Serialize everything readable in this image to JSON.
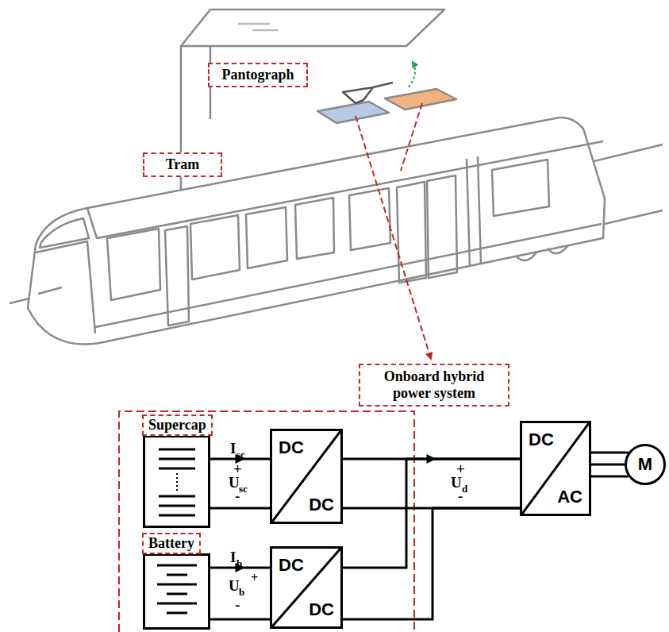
{
  "diagram": {
    "nodes": [
      {
        "text": [
          "Pantograph"
        ]
      },
      {
        "text": [
          "Tram"
        ]
      },
      {
        "text": [
          "Onboard hybrid power system"
        ]
      },
      {
        "text": [
          "Supercap"
        ]
      },
      {
        "text": [
          "DC",
          "DC"
        ]
      },
      {
        "text": [
          "DC",
          "AC"
        ]
      },
      {
        "text": [
          "M"
        ]
      },
      {
        "text": [
          "Battery"
        ]
      },
      {
        "text": [
          "DC",
          "DC"
        ]
      }
    ],
    "edges": [
      {
        "from": 3,
        "to": 4,
        "arrow": "to"
      },
      {
        "from": 4,
        "to": 5,
        "arrow": "to"
      },
      {
        "from": 7,
        "to": 8,
        "arrow": "to"
      },
      {
        "from": 8,
        "to": 5,
        "arrow": "none"
      },
      {
        "from": 5,
        "to": 6,
        "arrow": "none"
      }
    ],
    "labels": [
      "I",
      "sc",
      "+",
      "U",
      "sc",
      "-",
      "+",
      "U",
      "d",
      "-",
      "I",
      "b",
      "U",
      "b",
      "+",
      "-"
    ]
  }
}
